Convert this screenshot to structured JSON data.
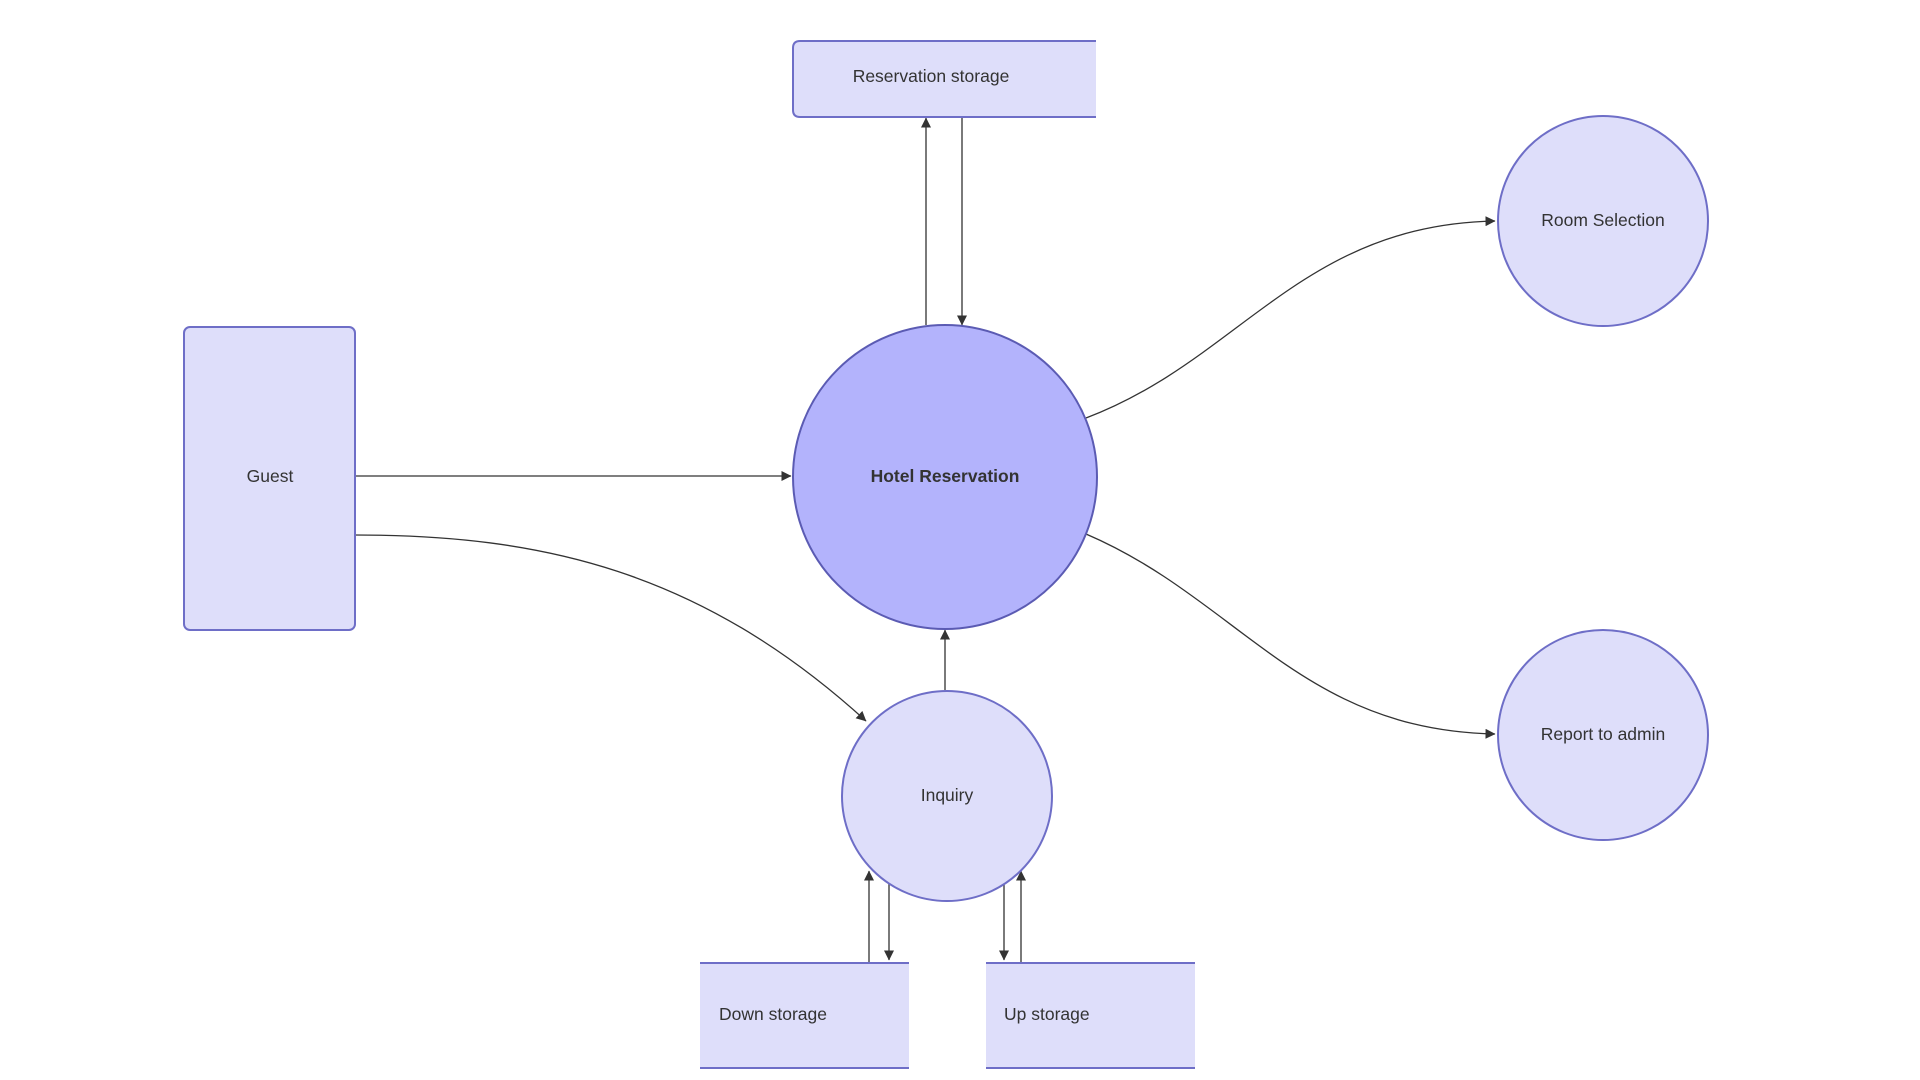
{
  "diagram": {
    "nodes": {
      "reservation_storage": "Reservation storage",
      "room_selection": "Room Selection",
      "guest": "Guest",
      "hotel_reservation": "Hotel Reservation",
      "report_to_admin": "Report to admin",
      "inquiry": "Inquiry",
      "down_storage": "Down storage",
      "up_storage": "Up storage"
    },
    "colors": {
      "node_fill": "#dedefa",
      "node_stroke": "#6e6ec7",
      "central_fill": "#b3b3fc",
      "edge": "#333333",
      "text": "#333333"
    }
  }
}
